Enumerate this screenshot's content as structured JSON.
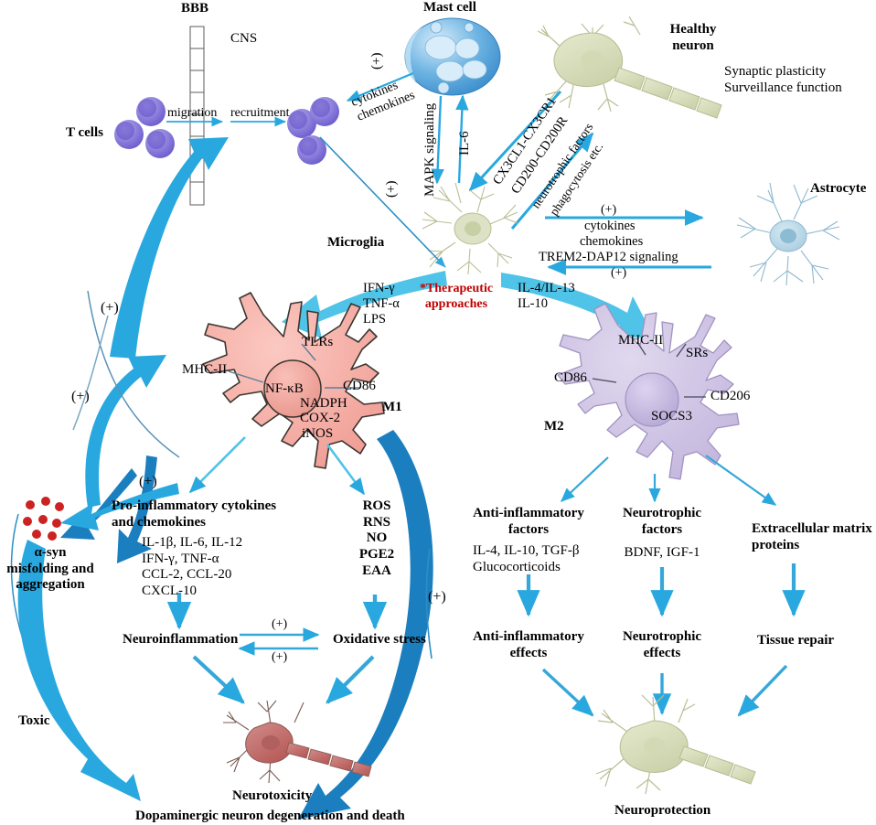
{
  "figure": {
    "title": "Microglia polarization in neuroinflammation and neurodegeneration",
    "type": "biological-pathway-diagram",
    "palette": {
      "arrow_blue": "#29A8DF",
      "arrow_dark_blue": "#1B7FBF",
      "m1_pink": "#F5A8A0",
      "m2_purple": "#CFC3E0",
      "neuron_green": "#DCE0C4",
      "astrocyte_blue": "#BCD8E8",
      "mast_blue": "#4E9FD8",
      "tcell_purple": "#7B6BD6",
      "asyn_red": "#CC2222",
      "therapeutic_red": "#C00000",
      "dead_neuron_red": "#C26A68"
    }
  },
  "labels": {
    "bbb": "BBB",
    "cns": "CNS",
    "t_cells": "T cells",
    "migration": "migration",
    "recruitment": "recruitment",
    "mast_cell": "Mast cell",
    "healthy_neuron": "Healthy\nneuron",
    "synaptic_plasticity": "Synaptic plasticity\nSurveillance function",
    "astrocyte": "Astrocyte",
    "microglia": "Microglia",
    "cytokines_chemokines_mast": "cytokines\nchemokines",
    "mapk_signaling": "MAPK signaling",
    "il6": "IL-6",
    "cx3cl1": "CX3CL1-CX3CR1",
    "cd200": "CD200-CD200R",
    "neurotrophic_factors_axis": "neurotrophic factors",
    "phagocytosis": "phagocytosis etc.",
    "astro_cytokines": "cytokines",
    "astro_chemokines": "chemokines",
    "trem2": "TREM2-DAP12 signaling",
    "m1_stimuli": "IFN-γ\nTNF-α\nLPS",
    "therapeutic": "*Therapeutic\napproaches",
    "m2_stimuli": "IL-4/IL-13\nIL-10",
    "m1": "M1",
    "m2": "M2",
    "nfkb": "NF-κB",
    "tlrs": "TLRs",
    "mhc2_m1": "MHC-II",
    "cd86_m1": "CD86",
    "nadph": "NADPH",
    "cox2": "COX-2",
    "inos": "iNOS",
    "mhc2_m2": "MHC-II",
    "srs": "SRs",
    "cd86_m2": "CD86",
    "cd206": "CD206",
    "socs3": "SOCS3",
    "proinflammatory_title": "Pro-inflammatory cytokines\nand chemokines",
    "proinflammatory_list": "IL-1β, IL-6, IL-12\nIFN-γ, TNF-α\nCCL-2, CCL-20\nCXCL-10",
    "ros_list": "ROS\nRNS\nNO\nPGE2\nEAA",
    "antiinflammatory_title": "Anti-inflammatory\nfactors",
    "antiinflammatory_list": "IL-4, IL-10, TGF-β\nGlucocorticoids",
    "neurotrophic_title": "Neurotrophic\nfactors",
    "neurotrophic_list": "BDNF, IGF-1",
    "ecm_title": "Extracellular matrix\nproteins",
    "antiinflammatory_effects": "Anti-inflammatory\neffects",
    "neurotrophic_effects": "Neurotrophic\neffects",
    "tissue_repair": "Tissue repair",
    "neuroprotection": "Neuroprotection",
    "neuroinflammation": "Neuroinflammation",
    "oxidative_stress": "Oxidative stress",
    "neurotoxicity": "Neurotoxicity",
    "dopaminergic": "Dopaminergic neuron degeneration and death",
    "asyn": "α-syn\nmisfolding and\naggregation",
    "toxic": "Toxic",
    "plus": "(+)"
  }
}
